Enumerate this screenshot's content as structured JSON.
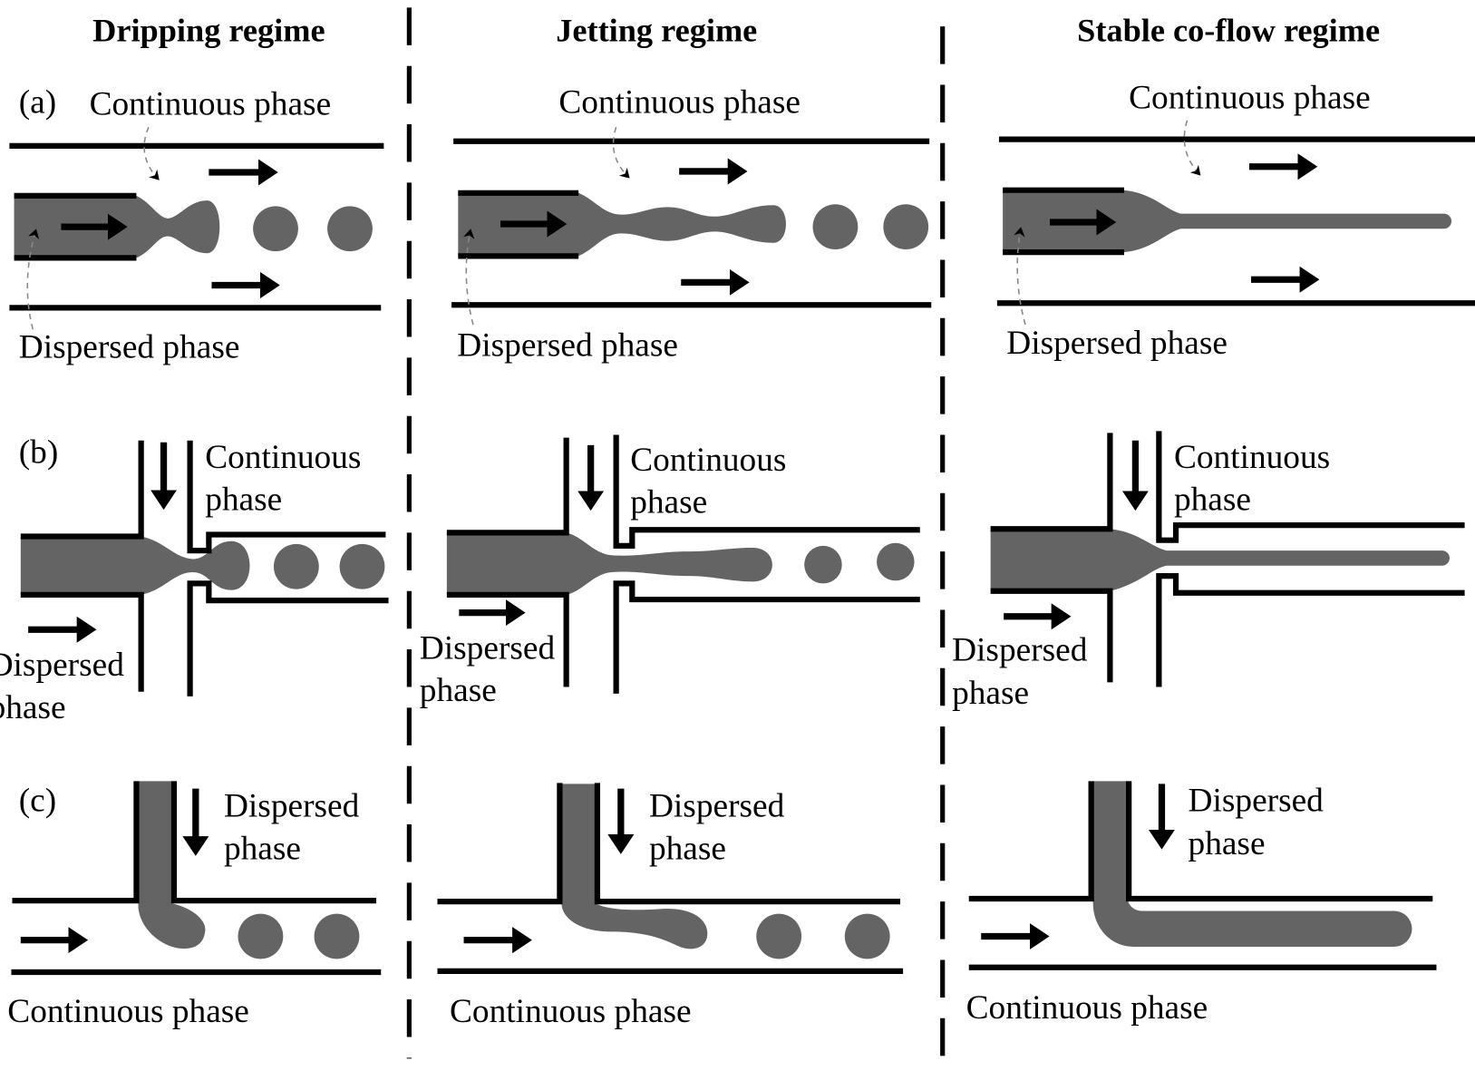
{
  "headings": {
    "dripping": "Dripping regime",
    "jetting": "Jetting regime",
    "coflow": "Stable co-flow regime"
  },
  "rows": {
    "a": {
      "label": "(a)",
      "continuous": "Continuous phase",
      "dispersed": "Dispersed phase"
    },
    "b": {
      "label": "(b)",
      "continuous_line1": "Continuous",
      "continuous_line2": "phase",
      "dispersed_line1": "Dispersed",
      "dispersed_line2": "phase"
    },
    "c": {
      "label": "(c)",
      "dispersed_line1": "Dispersed",
      "dispersed_line2": "phase",
      "continuous": "Continuous phase"
    }
  },
  "colors": {
    "fluid": "#646464",
    "walls": "#000000",
    "background": "#ffffff"
  }
}
